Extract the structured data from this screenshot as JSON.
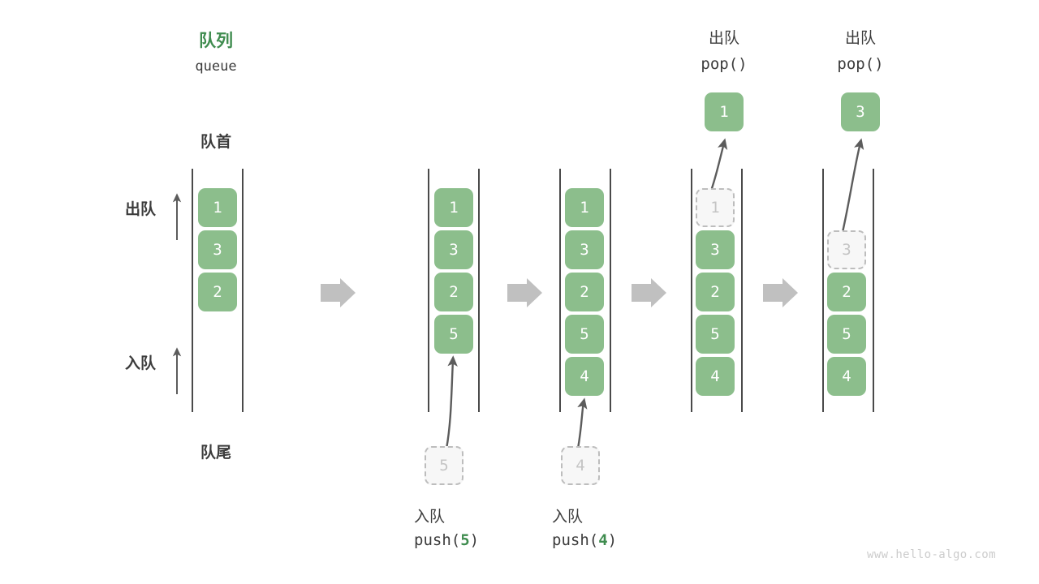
{
  "diagram": {
    "title_cn": "队列",
    "title_en": "queue",
    "front_label": "队首",
    "back_label": "队尾",
    "dequeue_label": "出队",
    "enqueue_label": "入队",
    "watermark": "www.hello-algo.com",
    "accent_color": "#3f8c4f",
    "cell_color": "#8cbe8c",
    "ghost_color": "#f7f7f7",
    "rail_color": "#4a4a4a",
    "arrow_color": "#c0c0c0"
  },
  "stages": [
    {
      "id": "initial",
      "cells": [
        "1",
        "3",
        "2"
      ],
      "ghost_index": -1,
      "caption_cn": "",
      "caption_code_pre": "",
      "caption_code_num": "",
      "caption_code_post": ""
    },
    {
      "id": "push-5",
      "cells": [
        "1",
        "3",
        "2",
        "5"
      ],
      "ghost_index": -1,
      "incoming_value": "5",
      "caption_cn": "入队",
      "caption_code_pre": "push(",
      "caption_code_num": "5",
      "caption_code_post": ")"
    },
    {
      "id": "push-4",
      "cells": [
        "1",
        "3",
        "2",
        "5",
        "4"
      ],
      "ghost_index": -1,
      "incoming_value": "4",
      "caption_cn": "入队",
      "caption_code_pre": "push(",
      "caption_code_num": "4",
      "caption_code_post": ")"
    },
    {
      "id": "pop-1",
      "cells": [
        "1",
        "3",
        "2",
        "5",
        "4"
      ],
      "ghost_index": 0,
      "popped_value": "1",
      "header_cn": "出队",
      "header_code": "pop()"
    },
    {
      "id": "pop-3",
      "cells": [
        "3",
        "2",
        "5",
        "4"
      ],
      "ghost_index": 0,
      "popped_value": "3",
      "header_cn": "出队",
      "header_code": "pop()"
    }
  ],
  "flow_arrows": 4
}
